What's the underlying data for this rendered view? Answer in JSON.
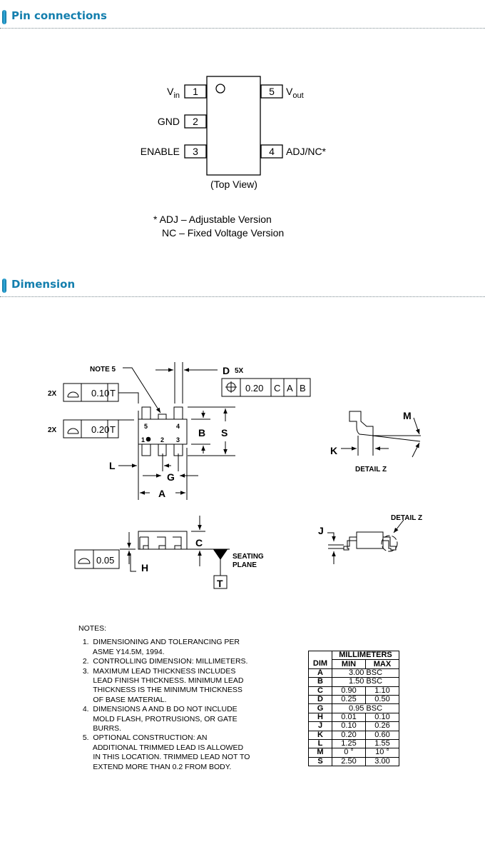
{
  "sections": {
    "pin_connections": "Pin connections",
    "dimension": "Dimension"
  },
  "pinout": {
    "left_pins": [
      {
        "num": "1",
        "label": "V",
        "sub": "in"
      },
      {
        "num": "2",
        "label": "GND"
      },
      {
        "num": "3",
        "label": "ENABLE"
      }
    ],
    "right_pins": [
      {
        "num": "5",
        "label": "V",
        "sub": "out"
      },
      {
        "num": "4",
        "label": "ADJ/NC*"
      }
    ],
    "view": "(Top View)",
    "footnote_1": "* ADJ – Adjustable Version",
    "footnote_2": "NC – Fixed Voltage Version"
  },
  "drawing": {
    "note5": "NOTE 5",
    "d_label": "D",
    "d_count": "5X",
    "position_tol": {
      "value": "0.20",
      "refs": [
        "C",
        "A",
        "B"
      ]
    },
    "profile_1": {
      "count": "2X",
      "value": "0.10",
      "ref": "T"
    },
    "profile_2": {
      "count": "2X",
      "value": "0.20",
      "ref": "T"
    },
    "profile_3": {
      "value": "0.05"
    },
    "pin_numbers": [
      "5",
      "4",
      "1",
      "2",
      "3"
    ],
    "labels": {
      "A": "A",
      "B": "B",
      "S": "S",
      "L": "L",
      "G": "G",
      "C": "C",
      "H": "H",
      "J": "J",
      "K": "K",
      "M": "M",
      "T": "T"
    },
    "seating_1": "SEATING",
    "seating_2": "PLANE",
    "detail_z": "DETAIL Z"
  },
  "notes": {
    "title": "NOTES:",
    "lines": [
      "  1.  DIMENSIONING AND TOLERANCING PER",
      "       ASME Y14.5M, 1994.",
      "  2.  CONTROLLING DIMENSION: MILLIMETERS.",
      "  3.  MAXIMUM LEAD THICKNESS INCLUDES",
      "       LEAD FINISH THICKNESS. MINIMUM LEAD",
      "       THICKNESS IS THE MINIMUM THICKNESS",
      "       OF BASE MATERIAL.",
      "  4.  DIMENSIONS A AND B DO NOT INCLUDE",
      "       MOLD FLASH, PROTRUSIONS, OR GATE",
      "       BURRS.",
      "  5.  OPTIONAL CONSTRUCTION: AN",
      "       ADDITIONAL TRIMMED LEAD IS ALLOWED",
      "       IN THIS LOCATION. TRIMMED LEAD NOT TO",
      "       EXTEND MORE THAN 0.2 FROM BODY."
    ]
  },
  "dim_table": {
    "unit": "MILLIMETERS",
    "headers": [
      "DIM",
      "MIN",
      "MAX"
    ],
    "rows": [
      [
        "A",
        "3.00 BSC"
      ],
      [
        "B",
        "1.50 BSC"
      ],
      [
        "C",
        "0.90",
        "1.10"
      ],
      [
        "D",
        "0.25",
        "0.50"
      ],
      [
        "G",
        "0.95 BSC"
      ],
      [
        "H",
        "0.01",
        "0.10"
      ],
      [
        "J",
        "0.10",
        "0.26"
      ],
      [
        "K",
        "0.20",
        "0.60"
      ],
      [
        "L",
        "1.25",
        "1.55"
      ],
      [
        "M",
        "0 °",
        "10 °"
      ],
      [
        "S",
        "2.50",
        "3.00"
      ]
    ]
  }
}
